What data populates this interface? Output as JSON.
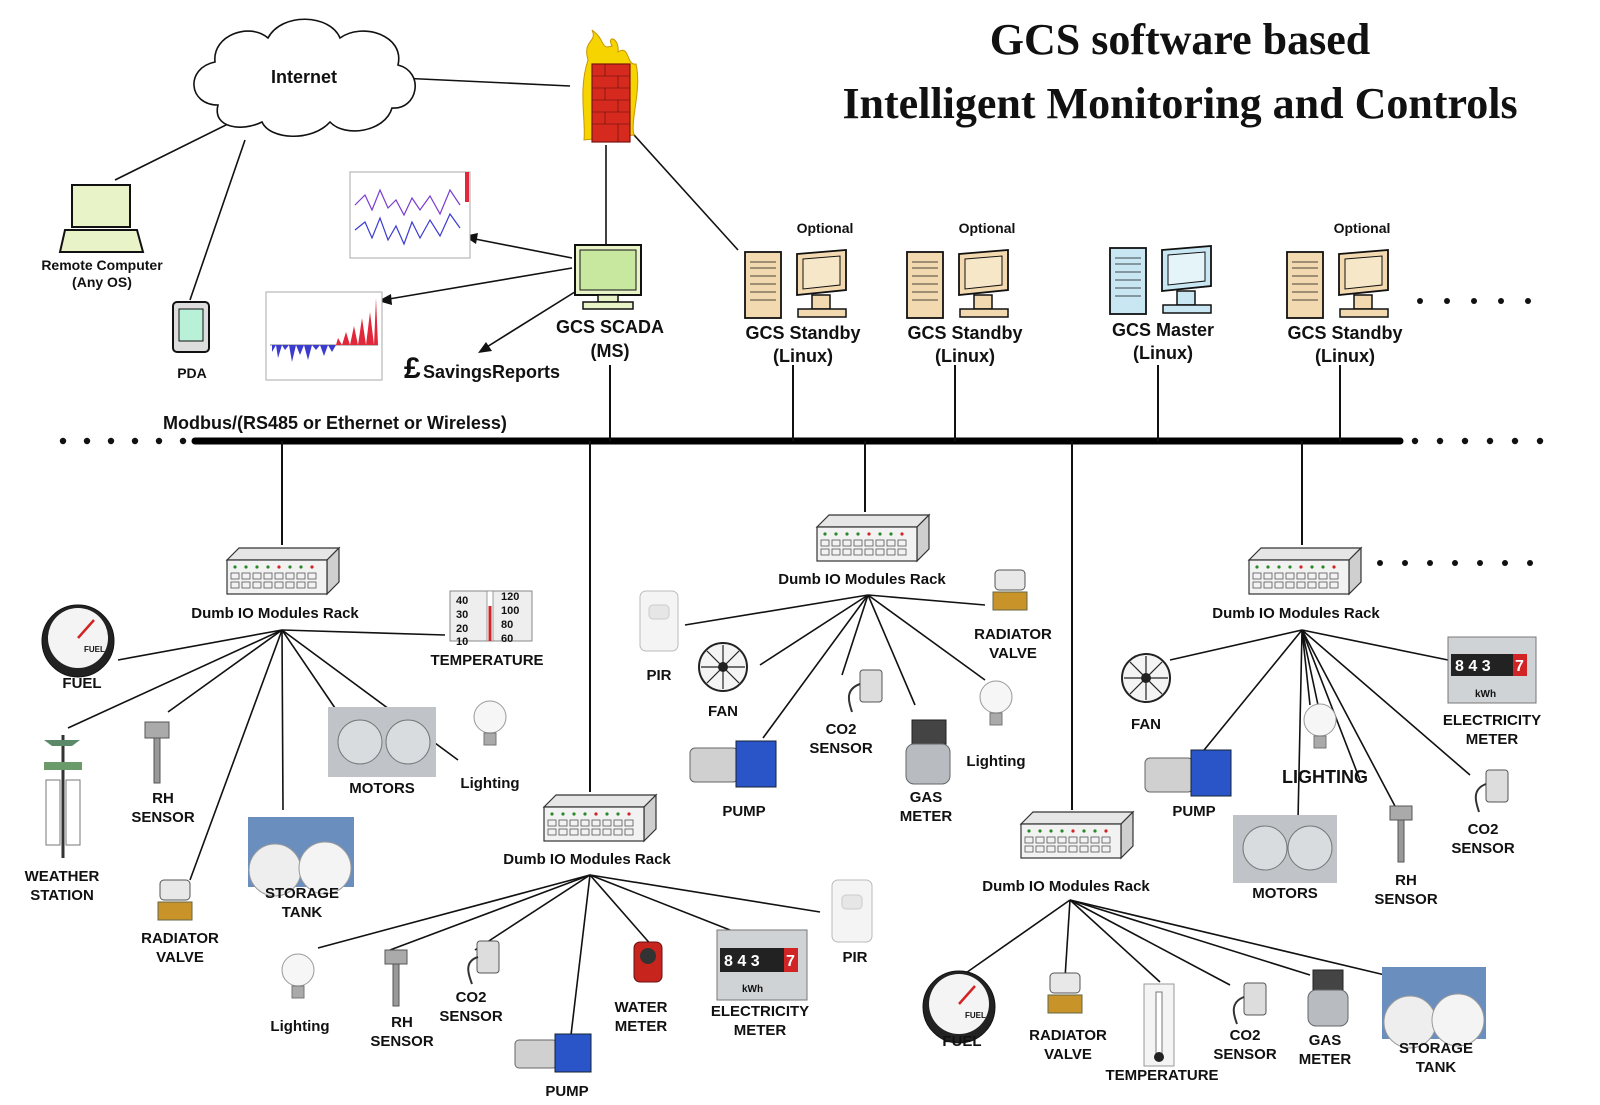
{
  "title": {
    "line1": "GCS software based",
    "line2": "Intelligent Monitoring and Controls"
  },
  "bus_label": "Modbus/(RS485 or Ethernet or Wireless)",
  "top": {
    "internet": "Internet",
    "remote_computer": [
      "Remote Computer",
      "(Any OS)"
    ],
    "pda": "PDA",
    "scada": [
      "GCS SCADA",
      "(MS)"
    ],
    "savings_pound": "£",
    "savings_reports": "SavingsReports",
    "standby_1": [
      "GCS Standby",
      "(Linux)"
    ],
    "standby_2": [
      "GCS Standby",
      "(Linux)"
    ],
    "master": [
      "GCS Master",
      "(Linux)"
    ],
    "standby_3": [
      "GCS Standby",
      "(Linux)"
    ],
    "optional": "Optional"
  },
  "rack_label": "Dumb IO Modules Rack",
  "rack1": {
    "fuel": "FUEL",
    "temperature": "TEMPERATURE",
    "weather_station": [
      "WEATHER",
      "STATION"
    ],
    "rh_sensor": [
      "RH",
      "SENSOR"
    ],
    "radiator_valve": [
      "RADIATOR",
      "VALVE"
    ],
    "storage_tank": [
      "STORAGE",
      "TANK"
    ],
    "motors": "MOTORS",
    "lighting": "Lighting"
  },
  "rack2": {
    "lighting": "Lighting",
    "rh_sensor": [
      "RH",
      "SENSOR"
    ],
    "co2_sensor": [
      "CO2",
      "SENSOR"
    ],
    "pump": "PUMP",
    "water_meter": [
      "WATER",
      "METER"
    ],
    "electricity_meter": [
      "ELECTRICITY",
      "METER"
    ],
    "pir": "PIR"
  },
  "rack3": {
    "pir": "PIR",
    "fan": "FAN",
    "pump": "PUMP",
    "co2_sensor": [
      "CO2",
      "SENSOR"
    ],
    "gas_meter": [
      "GAS",
      "METER"
    ],
    "lighting": "Lighting",
    "radiator_valve": [
      "RADIATOR",
      "VALVE"
    ]
  },
  "rack4": {
    "fuel": "FUEL",
    "radiator_valve": [
      "RADIATOR",
      "VALVE"
    ],
    "temperature": "TEMPERATURE",
    "co2_sensor": [
      "CO2",
      "SENSOR"
    ],
    "gas_meter": [
      "GAS",
      "METER"
    ],
    "storage_tank": [
      "STORAGE",
      "TANK"
    ]
  },
  "rack5": {
    "fan": "FAN",
    "pump": "PUMP",
    "lighting": "LIGHTING",
    "motors": "MOTORS",
    "rh_sensor": [
      "RH",
      "SENSOR"
    ],
    "co2_sensor": [
      "CO2",
      "SENSOR"
    ],
    "electricity_meter": [
      "ELECTRICITY",
      "METER"
    ]
  },
  "device_text": {
    "fuel_dial": "FUEL",
    "meter_digits": "8 4 3",
    "meter_last": "7",
    "meter_unit": "kWh",
    "thermo_scale": [
      "40",
      "30",
      "20",
      "10",
      "120",
      "100",
      "80",
      "60"
    ]
  },
  "colors": {
    "firewall": "#d62a1e",
    "flame": "#f5d400",
    "screen": "#e8f4c8",
    "tower": "#f3d9b0",
    "chart_line": "#3b3bd1",
    "chart_red": "#e0283a",
    "pump_blue": "#2a55c8"
  }
}
